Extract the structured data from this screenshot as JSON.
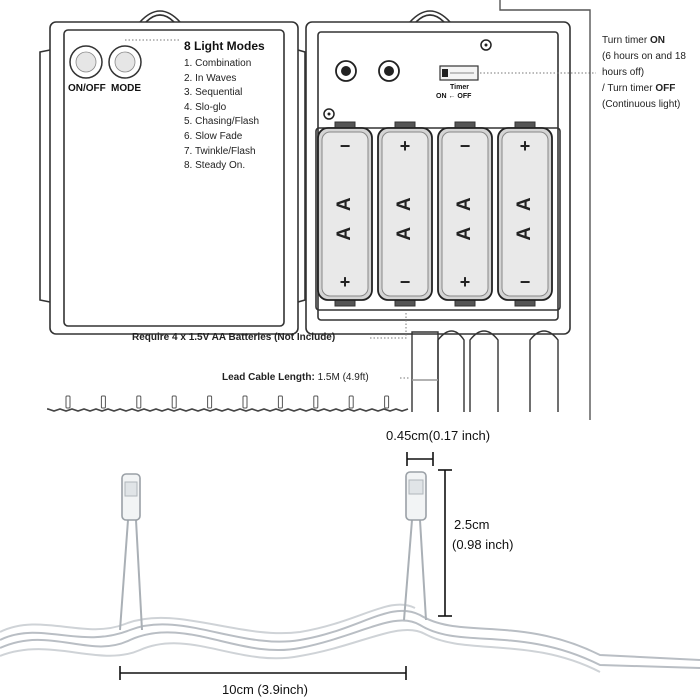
{
  "buttons": {
    "onoff_label": "ON/OFF",
    "mode_label": "MODE"
  },
  "light_modes": {
    "title": "8 Light Modes",
    "items": [
      "1. Combination",
      "2. In Waves",
      "3. Sequential",
      "4. Slo-glo",
      "5. Chasing/Flash",
      "6. Slow Fade",
      "7. Twinkle/Flash",
      "8. Steady On."
    ]
  },
  "timer_switch": {
    "label": "Timer",
    "on_label": "ON",
    "arrow": "←",
    "off_label": "OFF"
  },
  "timer_note": {
    "on_prefix": "Turn timer ",
    "on_word": "ON",
    "on_detail_1": "(6 hours on and 18",
    "on_detail_2": "hours off)",
    "off_prefix": "/ Turn timer ",
    "off_word": "OFF",
    "off_detail": "(Continuous light)"
  },
  "batteries": {
    "label": "A A",
    "cells": [
      {
        "top": "−",
        "bottom": "+"
      },
      {
        "top": "+",
        "bottom": "−"
      },
      {
        "top": "−",
        "bottom": "+"
      },
      {
        "top": "+",
        "bottom": "−"
      }
    ]
  },
  "battery_note": "Require 4 x 1.5V AA Batteries (Not Include)",
  "lead_cable": {
    "label": "Lead Cable Length:",
    "value": " 1.5M (4.9ft)"
  },
  "dimensions": {
    "bulb_width": "0.45cm(0.17 inch)",
    "bulb_height_cm": "2.5cm",
    "bulb_height_in": "(0.98 inch)",
    "spacing": "10cm (3.9inch)"
  },
  "colors": {
    "outline": "#333333",
    "leader_dots": "#777777",
    "wire": "#9aa0a6"
  }
}
